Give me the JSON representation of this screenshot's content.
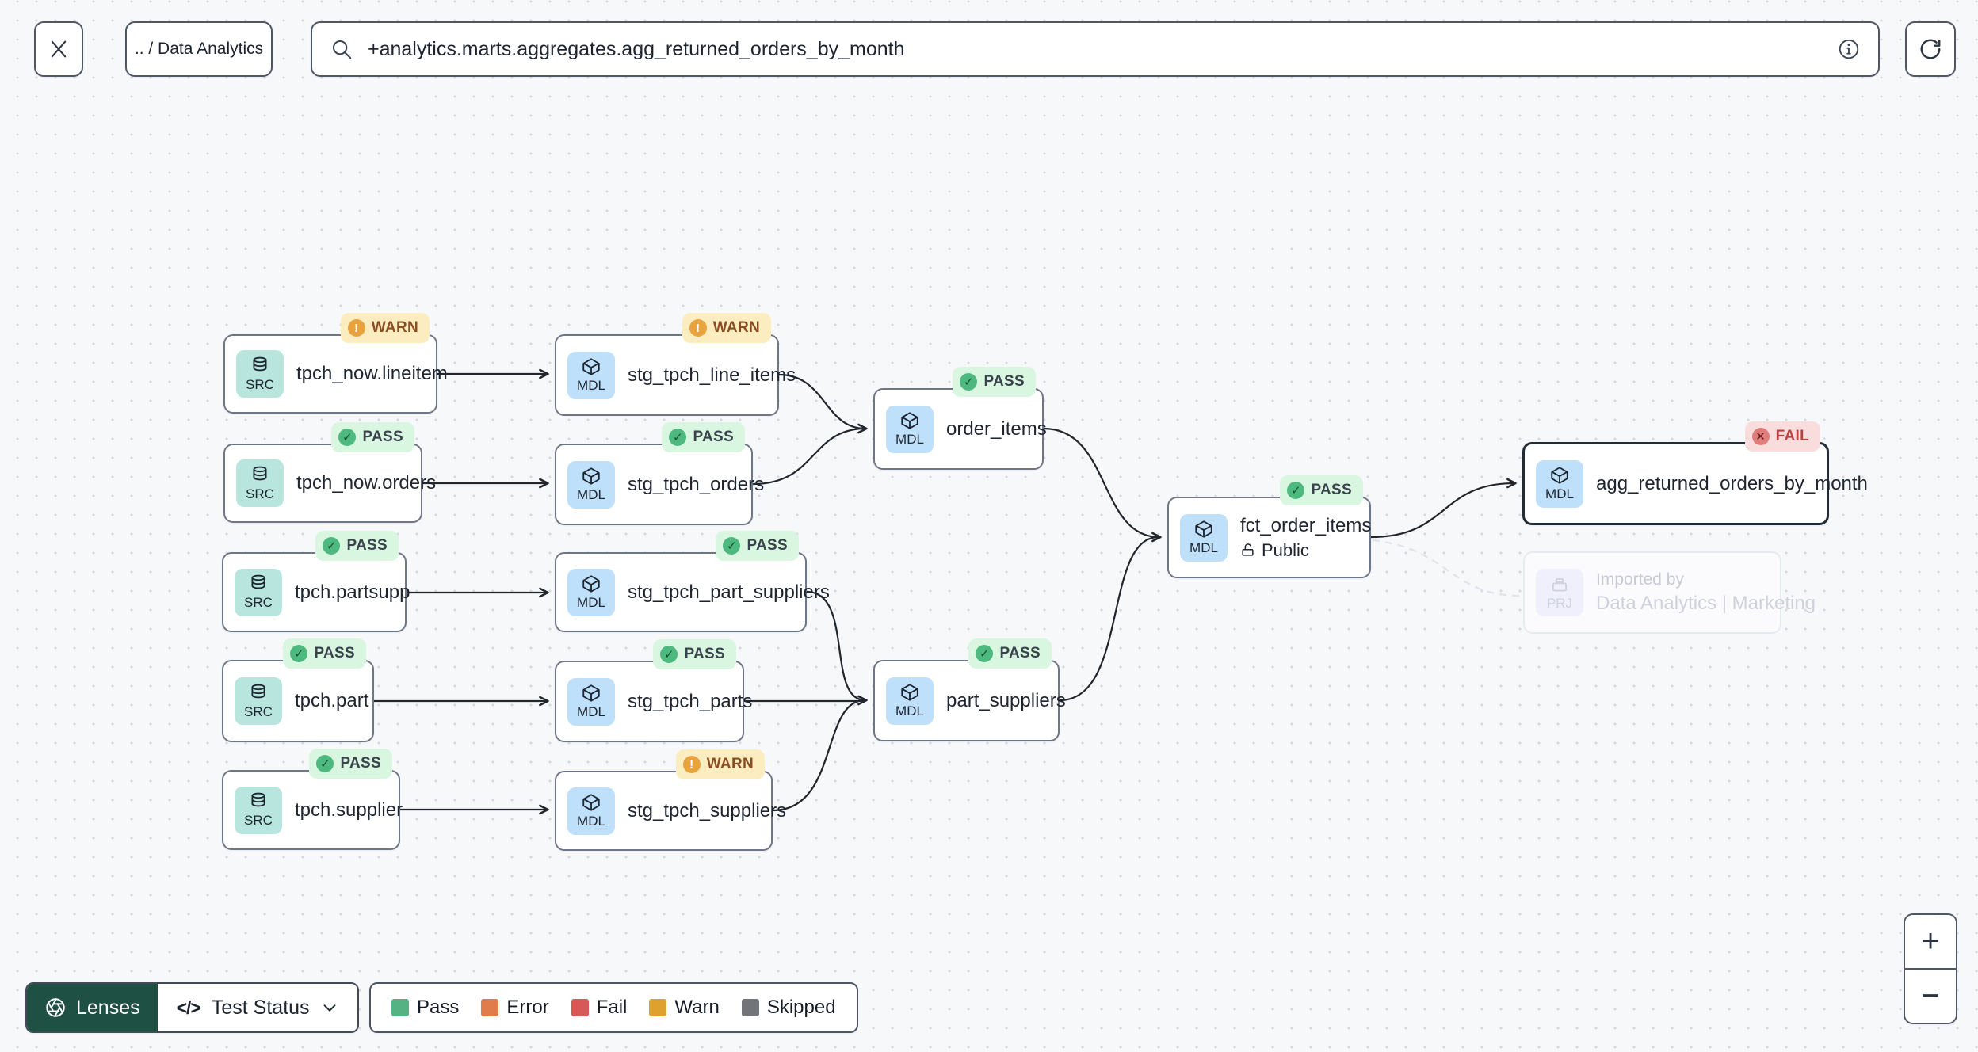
{
  "toolbar": {
    "breadcrumb": ".. / Data Analytics",
    "search_value": "+analytics.marts.aggregates.agg_returned_orders_by_month"
  },
  "icons": {
    "close": "x-icon",
    "search": "magnifier-icon",
    "info": "info-circle-icon",
    "refresh": "refresh-icon",
    "lenses": "aperture-icon",
    "test_status": "code-icon",
    "dropdown": "chevron-down-icon",
    "source_node": "database-icon",
    "model_node": "cube-icon",
    "project_node": "briefcase-icon",
    "public": "unlocked-padlock-icon"
  },
  "nodes": [
    {
      "type": "SRC",
      "label": "tpch_now.lineitem",
      "status": "WARN"
    },
    {
      "type": "SRC",
      "label": "tpch_now.orders",
      "status": "PASS"
    },
    {
      "type": "SRC",
      "label": "tpch.partsupp",
      "status": "PASS"
    },
    {
      "type": "SRC",
      "label": "tpch.part",
      "status": "PASS"
    },
    {
      "type": "SRC",
      "label": "tpch.supplier",
      "status": "PASS"
    },
    {
      "type": "MDL",
      "label": "stg_tpch_line_items",
      "status": "WARN"
    },
    {
      "type": "MDL",
      "label": "stg_tpch_orders",
      "status": "PASS"
    },
    {
      "type": "MDL",
      "label": "stg_tpch_part_suppliers",
      "status": "PASS"
    },
    {
      "type": "MDL",
      "label": "stg_tpch_parts",
      "status": "PASS"
    },
    {
      "type": "MDL",
      "label": "stg_tpch_suppliers",
      "status": "WARN"
    },
    {
      "type": "MDL",
      "label": "order_items",
      "status": "PASS"
    },
    {
      "type": "MDL",
      "label": "part_suppliers",
      "status": "PASS"
    },
    {
      "type": "MDL",
      "label": "fct_order_items",
      "status": "PASS",
      "visibility": "Public"
    },
    {
      "type": "MDL",
      "label": "agg_returned_orders_by_month",
      "status": "FAIL"
    },
    {
      "type": "PRJ",
      "title": "Imported by",
      "label": "Data Analytics | Marketing"
    }
  ],
  "footer": {
    "lenses_label": "Lenses",
    "lens_selected": "Test Status",
    "legend": [
      {
        "label": "Pass",
        "color": "#55b383"
      },
      {
        "label": "Error",
        "color": "#e07b4c"
      },
      {
        "label": "Fail",
        "color": "#d95757"
      },
      {
        "label": "Warn",
        "color": "#dfa12e"
      },
      {
        "label": "Skipped",
        "color": "#717579"
      }
    ]
  },
  "zoom_controls": {
    "zoom_in": "+",
    "zoom_out": "−"
  },
  "colors": {
    "background": "#f7f8fa",
    "dot_grid": "#d7dae1",
    "node_border": "#6e7787",
    "selected_border": "#222b38",
    "edge": "#21262d",
    "src_chip": "#b9e5df",
    "mdl_chip": "#bfe0fa",
    "prj_chip": "#edeffb",
    "pass_badge": "#d9f6e0",
    "warn_badge": "#fcedc0",
    "fail_badge": "#f9dddd",
    "lenses_green": "#1e5044"
  }
}
